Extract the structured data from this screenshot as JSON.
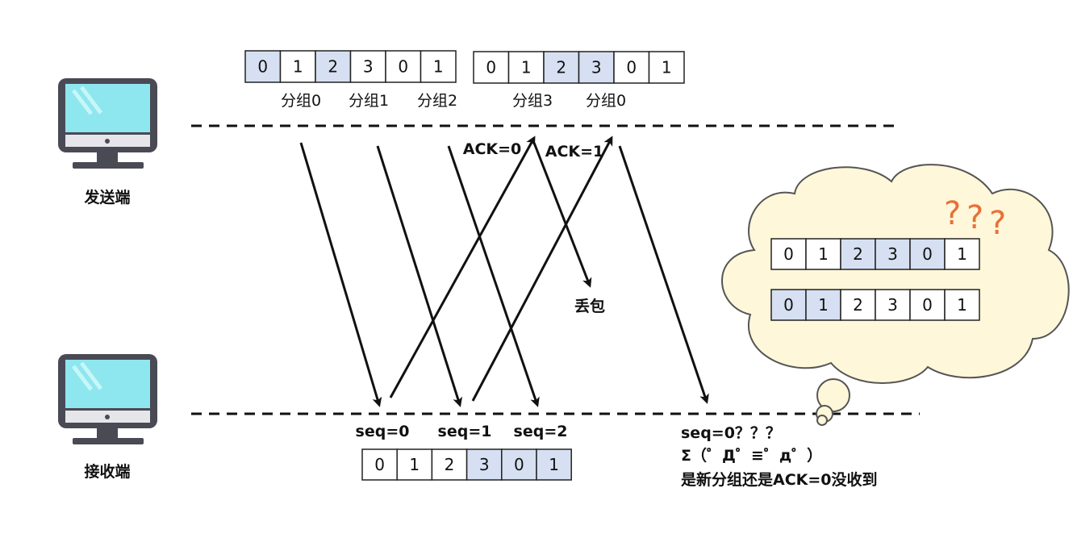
{
  "colors": {
    "highlight": "#d6e0f2",
    "cloud_fill": "#fff7d9",
    "question_mark": "#e8703a",
    "screen": "#8ee7ee",
    "monitor_frame": "#4a4a55"
  },
  "labels": {
    "sender": "发送端",
    "receiver": "接收端",
    "ack0": "ACK=0",
    "ack1": "ACK=1",
    "lost": "丢包",
    "seq0": "seq=0",
    "seq1": "seq=1",
    "seq2": "seq=2",
    "receiver_note_1": "seq=0？？？",
    "receiver_note_2": "Σ（゜Д゜≡゜д゜）",
    "receiver_note_3": "是新分组还是ACK=0没收到",
    "question_marks": "???"
  },
  "sender_window_a": {
    "cells": [
      "0",
      "1",
      "2",
      "3",
      "0",
      "1"
    ],
    "highlighted": [
      true,
      false,
      true,
      false,
      false,
      false
    ],
    "captions": [
      "分组0",
      "分组1",
      "分组2"
    ]
  },
  "sender_window_b": {
    "cells": [
      "0",
      "1",
      "2",
      "3",
      "0",
      "1"
    ],
    "highlighted": [
      false,
      false,
      true,
      true,
      false,
      false
    ],
    "captions": [
      "分组3",
      "分组0"
    ]
  },
  "receiver_window": {
    "cells": [
      "0",
      "1",
      "2",
      "3",
      "0",
      "1"
    ],
    "highlighted": [
      false,
      false,
      false,
      true,
      true,
      true
    ]
  },
  "cloud_window_top": {
    "cells": [
      "0",
      "1",
      "2",
      "3",
      "0",
      "1"
    ],
    "highlighted": [
      false,
      false,
      true,
      true,
      true,
      false
    ]
  },
  "cloud_window_bottom": {
    "cells": [
      "0",
      "1",
      "2",
      "3",
      "0",
      "1"
    ],
    "highlighted": [
      true,
      true,
      false,
      false,
      false,
      false
    ]
  }
}
